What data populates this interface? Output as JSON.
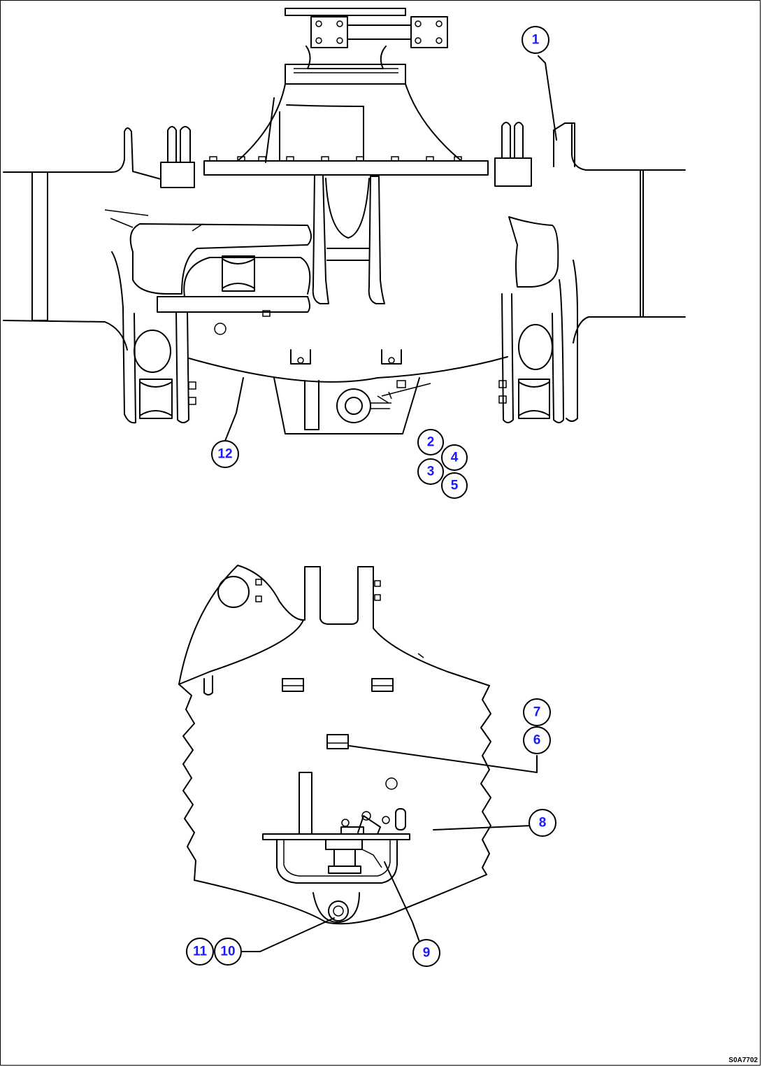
{
  "callouts": [
    {
      "id": "1",
      "label": "1"
    },
    {
      "id": "2",
      "label": "2"
    },
    {
      "id": "3",
      "label": "3"
    },
    {
      "id": "4",
      "label": "4"
    },
    {
      "id": "5",
      "label": "5"
    },
    {
      "id": "6",
      "label": "6"
    },
    {
      "id": "7",
      "label": "7"
    },
    {
      "id": "8",
      "label": "8"
    },
    {
      "id": "9",
      "label": "9"
    },
    {
      "id": "10",
      "label": "10"
    },
    {
      "id": "11",
      "label": "11"
    },
    {
      "id": "12",
      "label": "12"
    }
  ],
  "drawing_code": "S0A7702",
  "colors": {
    "line": "#000000",
    "callout_text": "#1a1aff",
    "background": "#ffffff"
  }
}
